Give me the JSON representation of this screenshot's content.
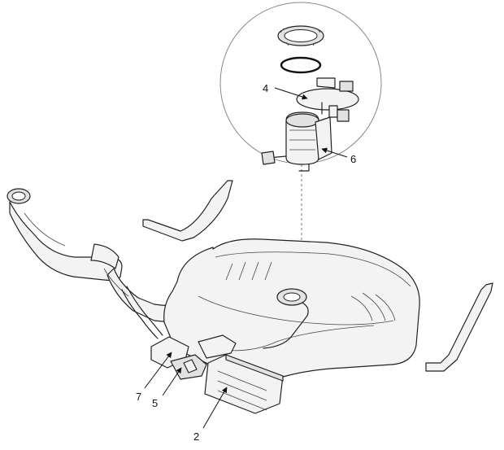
{
  "callouts": {
    "label_4": "4",
    "label_6": "6",
    "label_7": "7",
    "label_5": "5",
    "label_2": "2"
  }
}
